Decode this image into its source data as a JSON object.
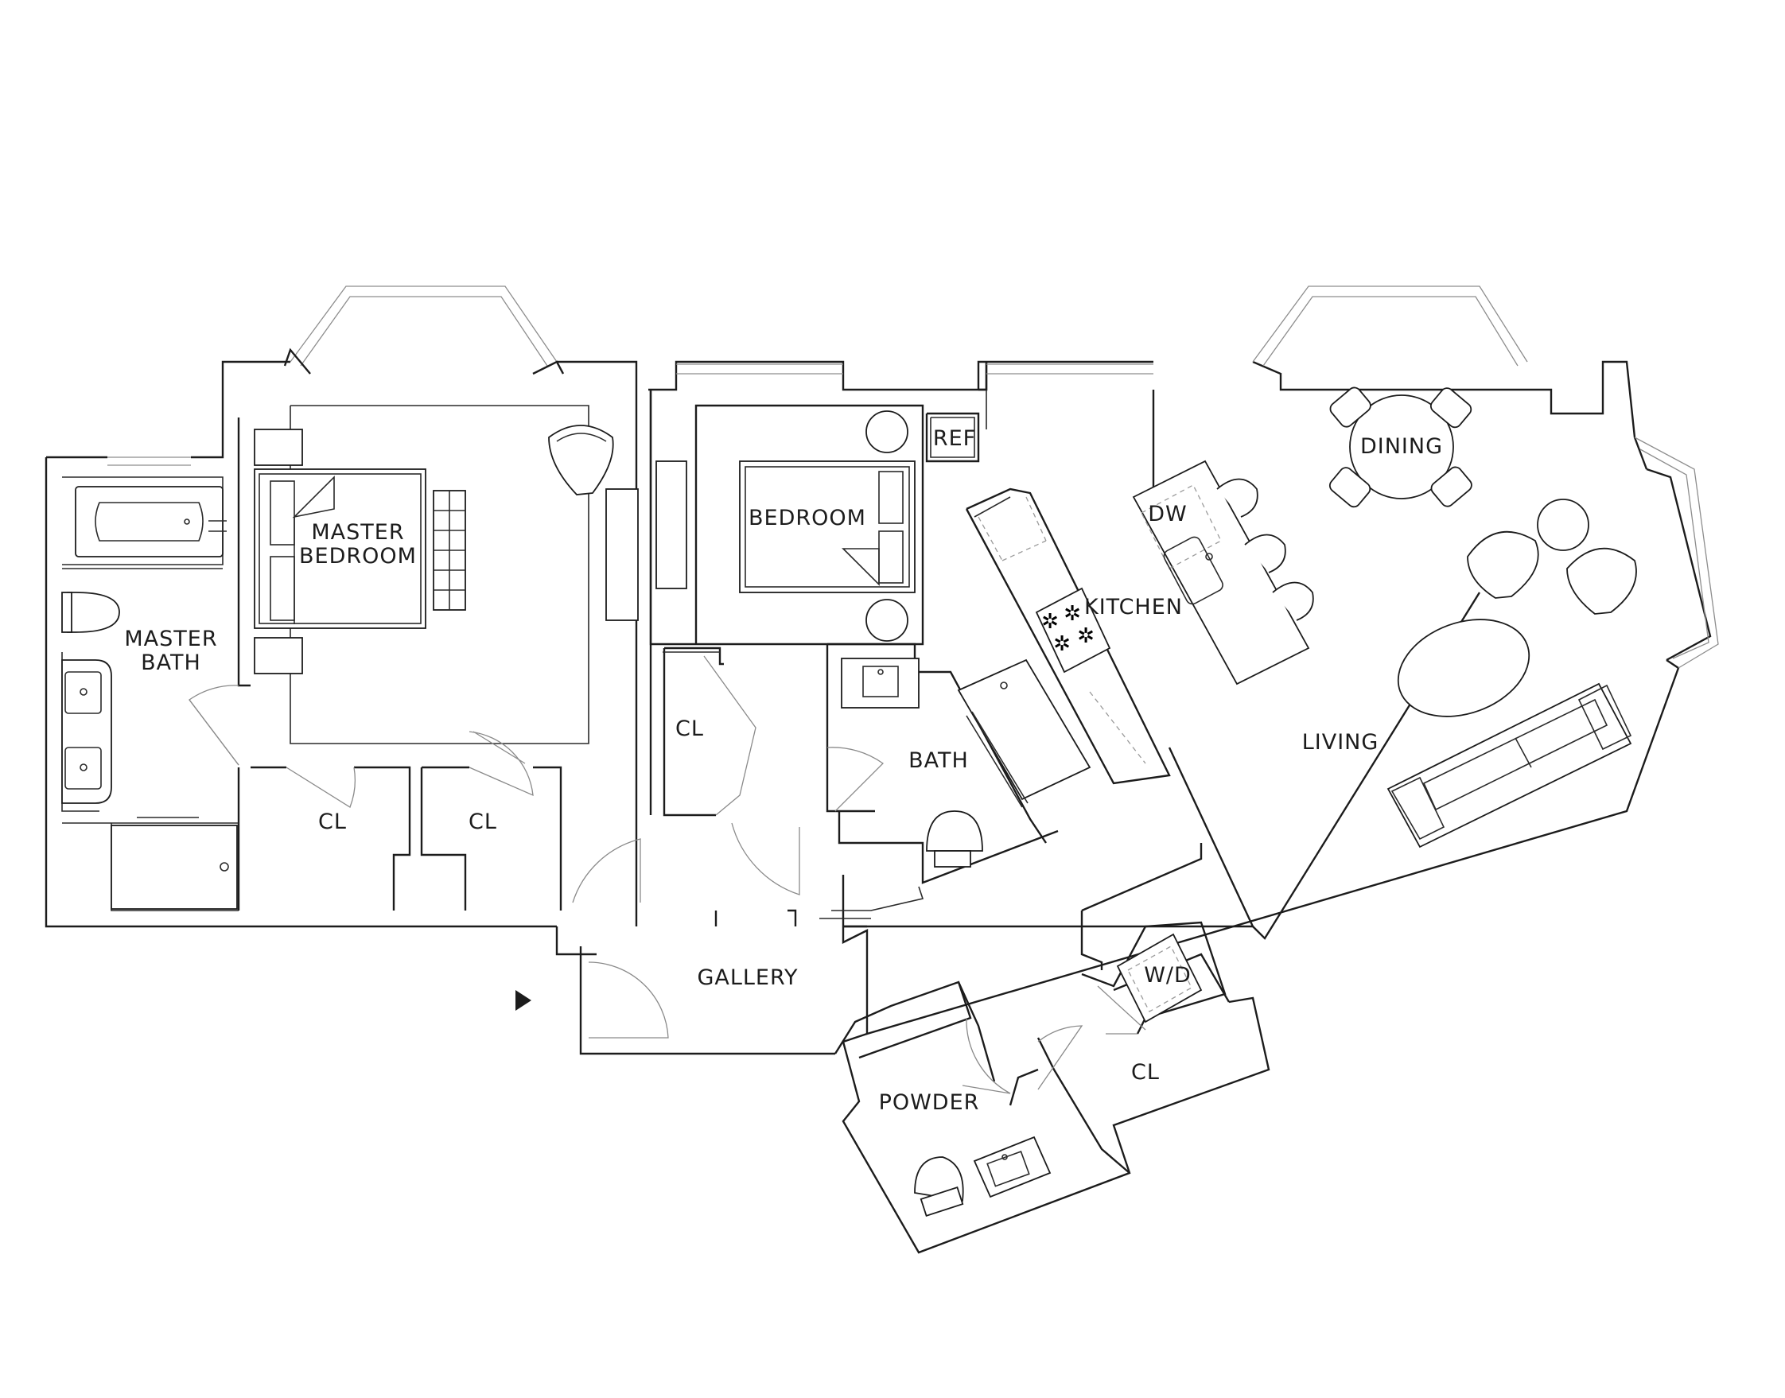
{
  "rooms": {
    "master_bedroom": [
      "MASTER",
      "BEDROOM"
    ],
    "master_bath": [
      "MASTER",
      "BATH"
    ],
    "bedroom": "BEDROOM",
    "bath": "BATH",
    "kitchen": "KITCHEN",
    "dining": "DINING",
    "living": "LIVING",
    "gallery": "GALLERY",
    "powder": "POWDER",
    "closet_mb_1": "CL",
    "closet_mb_2": "CL",
    "closet_bed": "CL",
    "closet_wd": "CL"
  },
  "fixtures": {
    "ref": "REF",
    "dw": "DW",
    "wd": "W/D"
  },
  "colors": {
    "line": "#1c1c1c",
    "window_line": "#8d8d8d",
    "background": "#ffffff"
  }
}
